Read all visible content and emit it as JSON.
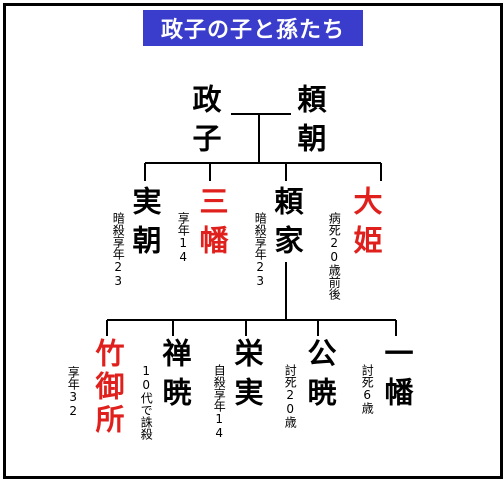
{
  "title": "政子の子と孫たち",
  "parents": {
    "left": {
      "name": "政子"
    },
    "right": {
      "name": "頼朝"
    }
  },
  "children": [
    {
      "name": "実朝",
      "note": "暗殺享年23",
      "color": "#000000"
    },
    {
      "name": "三幡",
      "note": "享年14",
      "color": "#e0201c"
    },
    {
      "name": "頼家",
      "note": "暗殺享年23",
      "color": "#000000"
    },
    {
      "name": "大姫",
      "note": "病死20歳前後",
      "color": "#e0201c"
    }
  ],
  "grandchildren": [
    {
      "name": "竹御所",
      "note": "享年32",
      "color": "#e0201c"
    },
    {
      "name": "禅暁",
      "note": "10代で誅殺",
      "color": "#000000"
    },
    {
      "name": "栄実",
      "note": "自殺享年14",
      "color": "#000000"
    },
    {
      "name": "公暁",
      "note": "討死20歳",
      "color": "#000000"
    },
    {
      "name": "一幡",
      "note": "討死6歳",
      "color": "#000000"
    }
  ]
}
